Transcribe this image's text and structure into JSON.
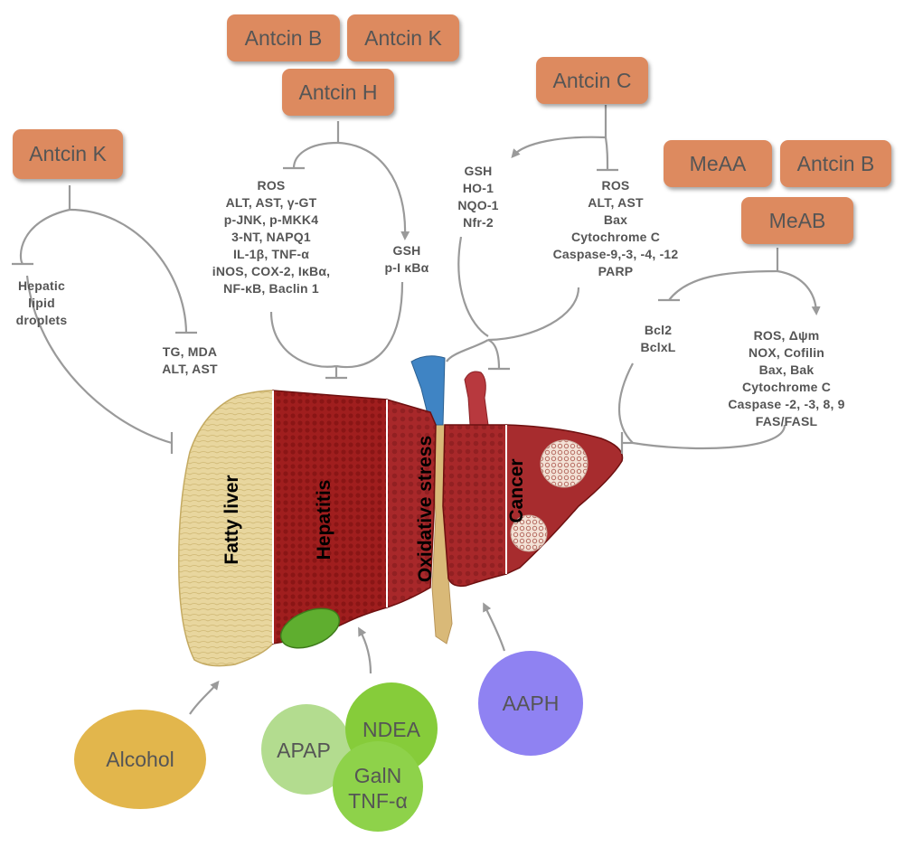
{
  "boxes": {
    "antcin_k_left": "Antcin K",
    "antcin_b_top": "Antcin B",
    "antcin_k_top": "Antcin K",
    "antcin_h": "Antcin H",
    "antcin_c": "Antcin C",
    "meaa": "MeAA",
    "antcin_b_right": "Antcin B",
    "meab": "MeAB"
  },
  "labels": {
    "hepatic": [
      "Hepatic",
      "lipid",
      "droplets"
    ],
    "tg": [
      "TG, MDA",
      "ALT, AST"
    ],
    "hepatitis_markers": [
      "ROS",
      "ALT, AST, γ-GT",
      "p-JNK, p-MKK4",
      "3-NT, NAPQ1",
      "IL-1β, TNF-α",
      "iNOS, COX-2, IκBα,",
      "NF-κB, Baclin 1"
    ],
    "gsh_left": [
      "GSH",
      "p-I κBα"
    ],
    "gsh_right": [
      "GSH",
      "HO-1",
      "NQO-1",
      "Nfr-2"
    ],
    "oxidative_markers": [
      "ROS",
      "ALT, AST",
      "Bax",
      "Cytochrome C",
      "Caspase-9,-3, -4, -12",
      "PARP"
    ],
    "bcl": [
      "Bcl2",
      "BclxL"
    ],
    "cancer_markers": [
      "ROS, Δψm",
      "NOX, Cofilin",
      "Bax, Bak",
      "Cytochrome C",
      "Caspase -2, -3, 8, 9",
      "FAS/FASL"
    ]
  },
  "lobes": {
    "fatty": "Fatty liver",
    "hepatitis": "Hepatitis",
    "oxidative": "Oxidative stress",
    "cancer": "Cancer"
  },
  "inducers": {
    "alcohol": "Alcohol",
    "apap": "APAP",
    "ndea": "NDEA",
    "galn": [
      "GalN",
      "TNF-α"
    ],
    "aaph": "AAPH"
  },
  "colors": {
    "box": "#dd8a5f",
    "arrow": "#9a9a9a",
    "fatty": "#e6d49a",
    "hepatitis": "#9b1c1c",
    "cancer": "#a52a2a",
    "alcohol": "#e2b64c",
    "apap": "#b3dc8f",
    "ndea": "#86cc3a",
    "aaph": "#8f82f2"
  }
}
